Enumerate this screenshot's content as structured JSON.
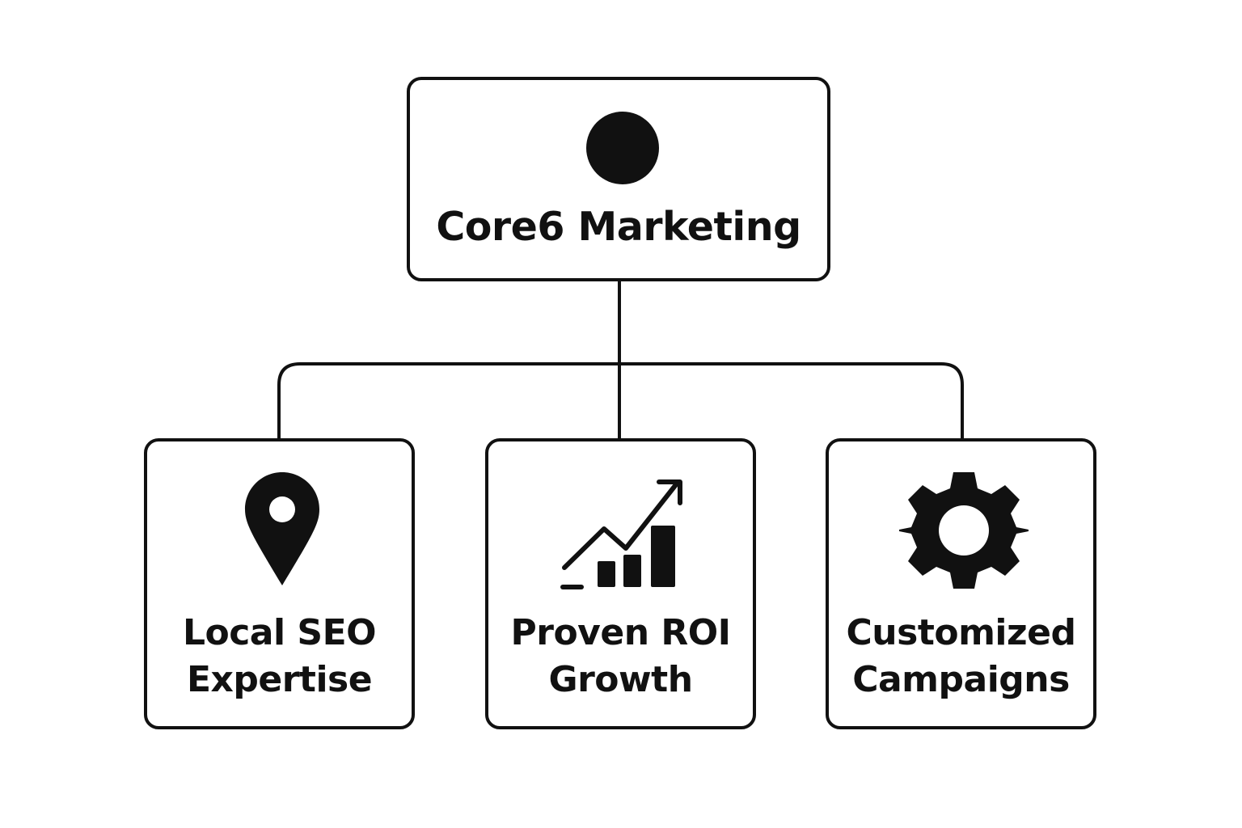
{
  "diagram": {
    "root": {
      "title": "Core6 Marketing",
      "icon": "circle-icon"
    },
    "children": [
      {
        "line1": "Local SEO",
        "line2": "Expertise",
        "icon": "map-pin-icon"
      },
      {
        "line1": "Proven ROI",
        "line2": "Growth",
        "icon": "growth-chart-icon"
      },
      {
        "line1": "Customized",
        "line2": "Campaigns",
        "icon": "gear-icon"
      }
    ],
    "colors": {
      "stroke": "#111111",
      "background": "#ffffff"
    }
  }
}
